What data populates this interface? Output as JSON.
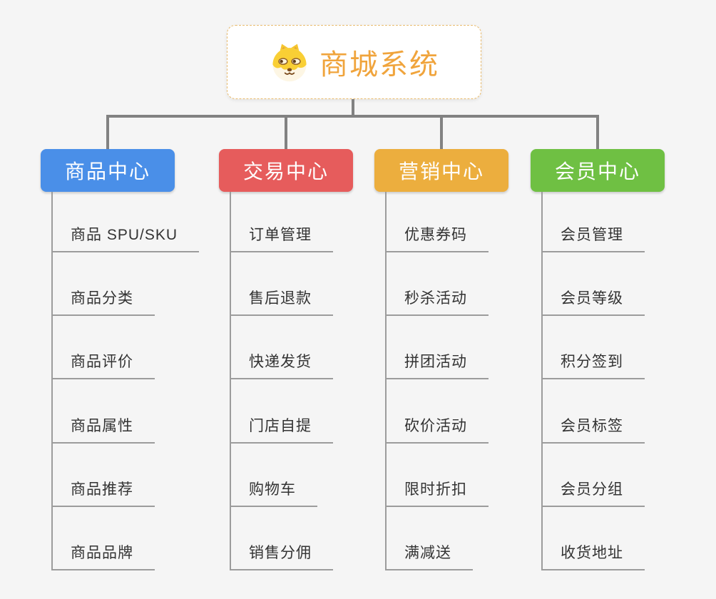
{
  "root": {
    "title": "商城系统",
    "icon": "dog-face-icon"
  },
  "branches": [
    {
      "label": "商品中心",
      "color": "#4a8fe8",
      "children": [
        "商品 SPU/SKU",
        "商品分类",
        "商品评价",
        "商品属性",
        "商品推荐",
        "商品品牌"
      ]
    },
    {
      "label": "交易中心",
      "color": "#e65c5c",
      "children": [
        "订单管理",
        "售后退款",
        "快递发货",
        "门店自提",
        "购物车",
        "销售分佣"
      ]
    },
    {
      "label": "营销中心",
      "color": "#ecae3e",
      "children": [
        "优惠券码",
        "秒杀活动",
        "拼团活动",
        "砍价活动",
        "限时折扣",
        "满减送"
      ]
    },
    {
      "label": "会员中心",
      "color": "#6fc043",
      "children": [
        "会员管理",
        "会员等级",
        "积分签到",
        "会员标签",
        "会员分组",
        "收货地址"
      ]
    }
  ],
  "colors": {
    "background": "#f5f5f5",
    "root_text": "#f0a43c",
    "root_border": "#e9bb6d",
    "connector_dark": "#828282",
    "connector_light": "#9c9c9c",
    "child_text": "#333333"
  }
}
